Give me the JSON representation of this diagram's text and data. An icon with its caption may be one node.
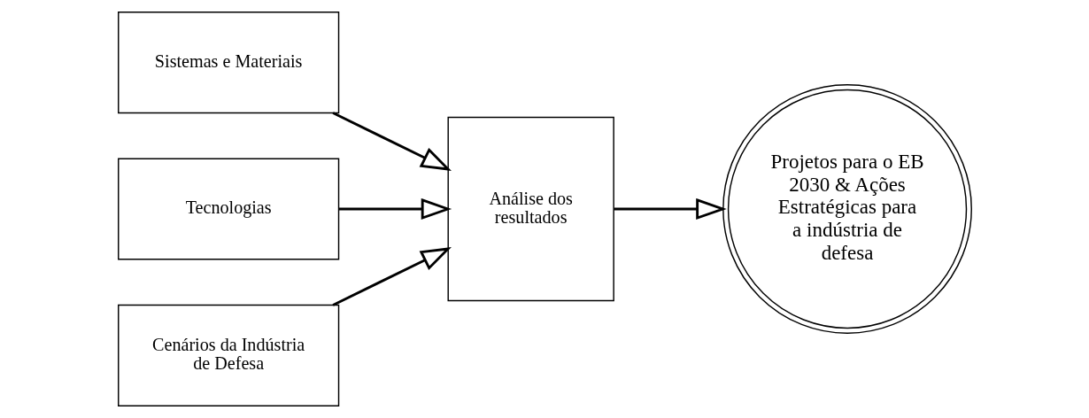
{
  "diagram": {
    "nodes": [
      {
        "text": [
          "Sistemas e Materiais"
        ]
      },
      {
        "text": [
          "Tecnologias"
        ]
      },
      {
        "text": [
          "Cenários da Indústria de Defesa"
        ]
      },
      {
        "text": [
          "Análise dos resultados"
        ]
      },
      {
        "text": [
          "Projetos para o EB 2030 & Ações Estratégicas para a indústria de defesa"
        ]
      }
    ],
    "edges": [
      {
        "from": 0,
        "to": 3,
        "arrow": "to"
      },
      {
        "from": 1,
        "to": 3,
        "arrow": "to"
      },
      {
        "from": 2,
        "to": 3,
        "arrow": "to"
      },
      {
        "from": 3,
        "to": 4,
        "arrow": "to"
      }
    ]
  }
}
